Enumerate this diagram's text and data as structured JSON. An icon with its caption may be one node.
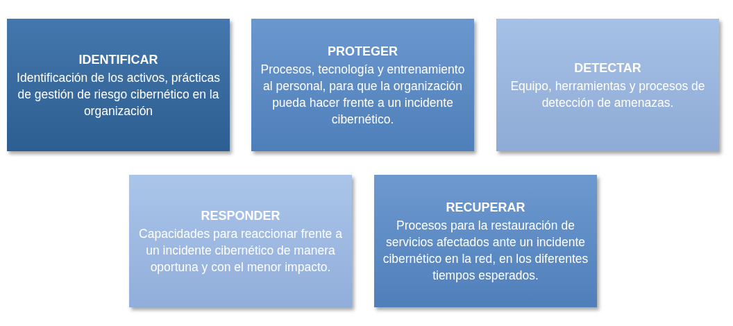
{
  "diagram": {
    "nodes": [
      {
        "text": [
          "IDENTIFICAR",
          "Identificación de los activos, prácticas de gestión de riesgo cibernético en la organización"
        ]
      },
      {
        "text": [
          "PROTEGER",
          "Procesos, tecnología y entrenamiento al personal, para que la organización pueda hacer frente a un incidente cibernético."
        ]
      },
      {
        "text": [
          "DETECTAR",
          "Equipo, herramientas y procesos de detección de amenazas."
        ]
      },
      {
        "text": [
          "RESPONDER",
          "Capacidades para reaccionar frente a un incidente cibernético de manera oportuna y con el menor impacto."
        ]
      },
      {
        "text": [
          "RECUPERAR",
          "Procesos para la restauración de servicios afectados ante un incidente cibernético en la red, en los diferentes tiempos esperados."
        ]
      }
    ]
  }
}
